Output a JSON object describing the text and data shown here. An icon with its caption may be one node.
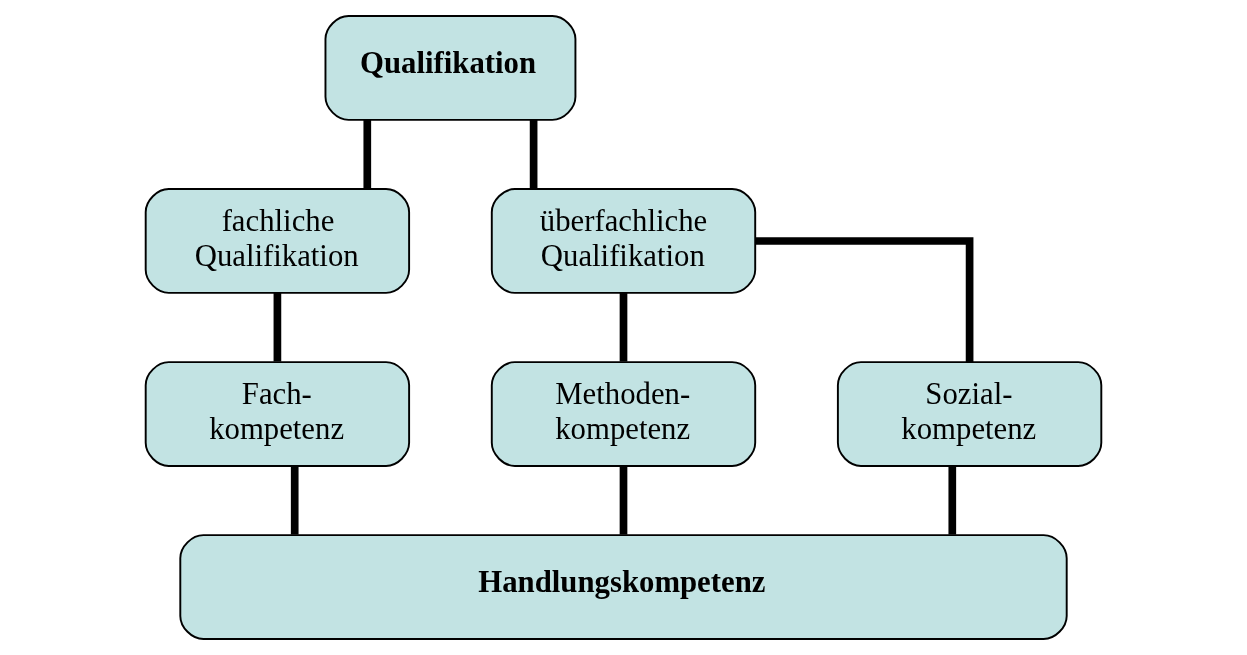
{
  "diagram": {
    "nodes": [
      {
        "text": [
          "Qualifikation"
        ]
      },
      {
        "text": [
          "fachliche Qualifikation"
        ]
      },
      {
        "text": [
          "überfachliche Qualifikation"
        ]
      },
      {
        "text": [
          "Fach- kompetenz"
        ]
      },
      {
        "text": [
          "Methoden- kompetenz"
        ]
      },
      {
        "text": [
          "Sozial- kompetenz"
        ]
      },
      {
        "text": [
          "Handlungskompetenz"
        ]
      }
    ],
    "edges": [
      {
        "from": 0,
        "to": 1,
        "arrow": "none"
      },
      {
        "from": 0,
        "to": 2,
        "arrow": "none"
      },
      {
        "from": 1,
        "to": 3,
        "arrow": "none"
      },
      {
        "from": 2,
        "to": 4,
        "arrow": "none"
      },
      {
        "from": 2,
        "to": 5,
        "arrow": "none"
      },
      {
        "from": 3,
        "to": 6,
        "arrow": "none"
      },
      {
        "from": 4,
        "to": 6,
        "arrow": "none"
      },
      {
        "from": 5,
        "to": 6,
        "arrow": "none"
      }
    ]
  }
}
